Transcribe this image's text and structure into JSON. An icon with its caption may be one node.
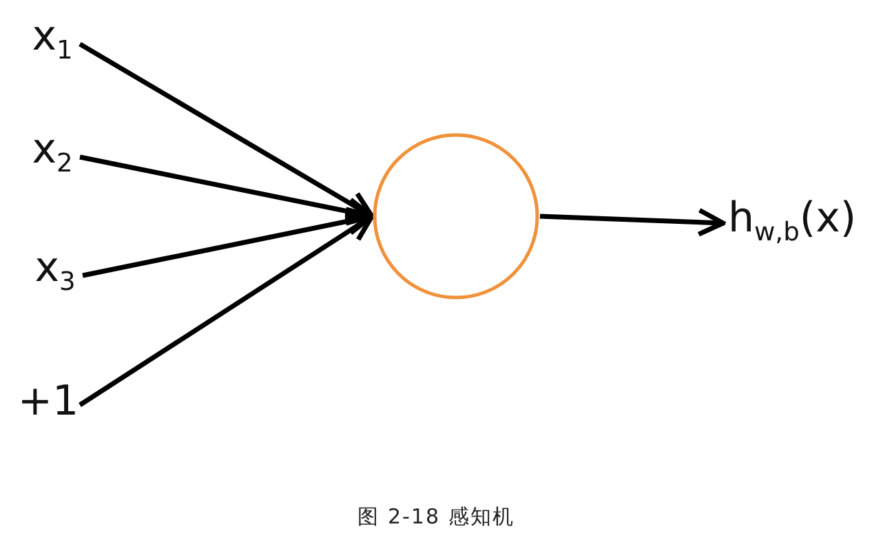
{
  "diagram": {
    "caption": "图 2-18 感知机",
    "nodes": [
      {
        "text": [
          "x$_{1}$"
        ]
      },
      {
        "text": [
          "x$_{2}$"
        ]
      },
      {
        "text": [
          "x$_{3}$"
        ]
      },
      {
        "text": [
          "+1"
        ]
      },
      {
        "text": [],
        "shape": "circle"
      },
      {
        "text": [
          "h$_{w,b}$(x)"
        ]
      }
    ],
    "edges": [
      {
        "from": 0,
        "to": 4,
        "arrow": "to"
      },
      {
        "from": 1,
        "to": 4,
        "arrow": "to"
      },
      {
        "from": 2,
        "to": 4,
        "arrow": "to"
      },
      {
        "from": 3,
        "to": 4,
        "arrow": "to"
      },
      {
        "from": 4,
        "to": 5,
        "arrow": "to"
      }
    ]
  }
}
